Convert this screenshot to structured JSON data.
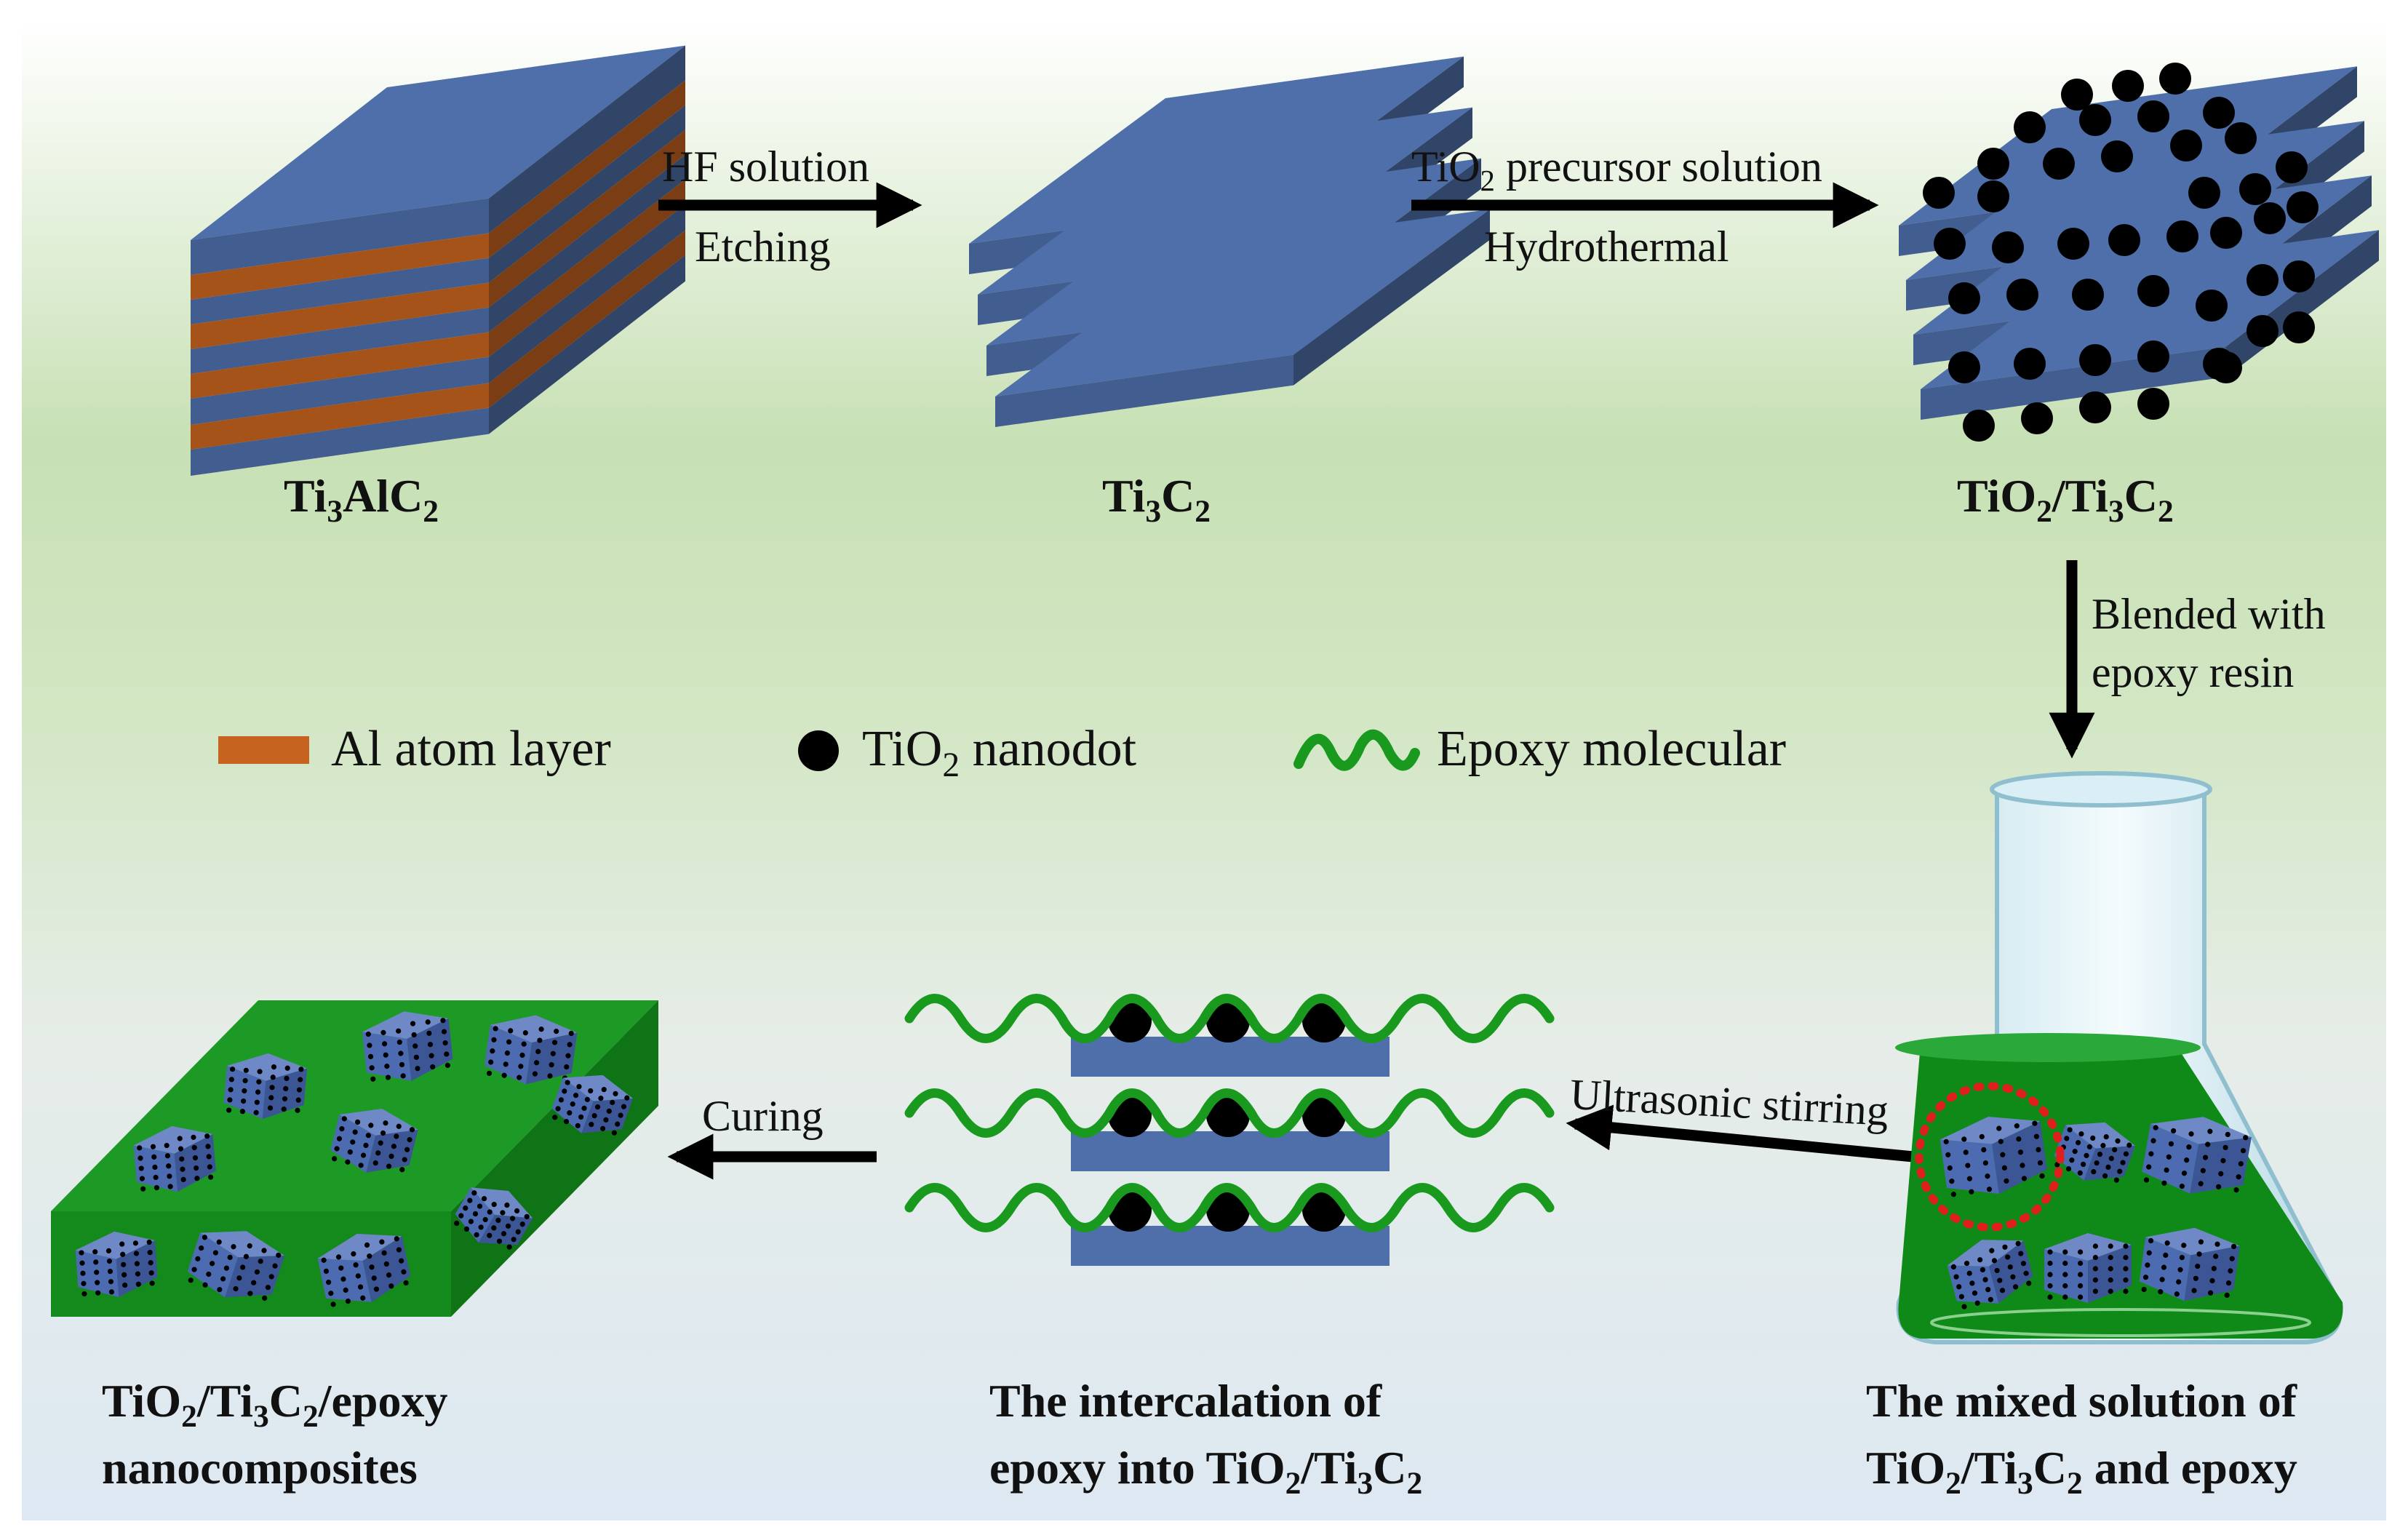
{
  "colors": {
    "layer_blue": "#4f6faa",
    "al_orange": "#c6631f",
    "nanodot_black": "#000000",
    "epoxy_green": "#199a1e",
    "solution_green": "#0f8a18",
    "stir_circle_red": "#e01e1e",
    "bg_green": "#c7e0b4",
    "bg_blue": "#dfe9f2"
  },
  "icons": {
    "al_layer": "orange-bar-icon",
    "nanodot": "black-dot-icon",
    "epoxy": "green-wave-icon",
    "flask": "conical-flask-icon"
  },
  "top_row": {
    "stage1": {
      "text": "Ti",
      "sub1": "3",
      "mid": "AlC",
      "sub2": "2"
    },
    "stage2": {
      "text": "Ti",
      "sub1": "3",
      "mid": "C",
      "sub2": "2"
    },
    "stage3": {
      "text": "TiO",
      "sub1": "2",
      "mid": "/Ti",
      "sub2": "3",
      "tail": "C",
      "sub3": "2"
    },
    "arrow1": {
      "above": "HF solution",
      "below": "Etching"
    },
    "arrow2": {
      "above_pre": "TiO",
      "above_sub": "2",
      "above_post": " precursor solution",
      "below": "Hydrothermal"
    },
    "arrow3": {
      "line1": "Blended with",
      "line2": "epoxy resin"
    }
  },
  "legend": {
    "al": "Al atom layer",
    "nanodot_pre": "TiO",
    "nanodot_sub": "2",
    "nanodot_post": " nanodot",
    "epoxy": "Epoxy molecular"
  },
  "bottom_row": {
    "arrow_stir": "Ultrasonic stirring",
    "arrow_cure": "Curing",
    "final": {
      "a": "TiO",
      "s1": "2",
      "b": "/Ti",
      "s2": "3",
      "c": "C",
      "s3": "2",
      "d": "/epoxy",
      "line2": "nanocomposites"
    },
    "intercalation": {
      "line1": "The intercalation of",
      "a": "epoxy into TiO",
      "s1": "2",
      "b": "/Ti",
      "s2": "3",
      "c": "C",
      "s3": "2"
    },
    "mixed": {
      "line1": "The mixed solution of",
      "a": "TiO",
      "s1": "2",
      "b": "/Ti",
      "s2": "3",
      "c": "C",
      "s3": "2",
      "d": " and epoxy"
    }
  }
}
